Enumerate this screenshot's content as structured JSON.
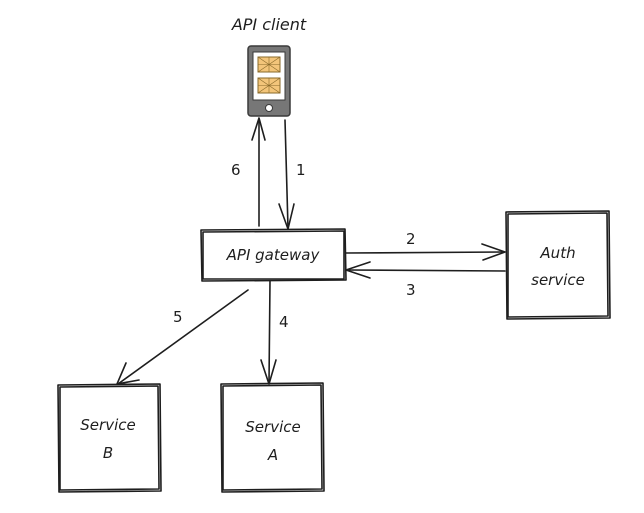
{
  "client": {
    "label": "API client"
  },
  "gateway": {
    "label": "API gateway"
  },
  "auth": {
    "label_line1": "Auth",
    "label_line2": "service"
  },
  "service_b": {
    "label_line1": "Service",
    "label_line2": "B"
  },
  "service_a": {
    "label_line1": "Service",
    "label_line2": "A"
  },
  "steps": {
    "s1": "1",
    "s2": "2",
    "s3": "3",
    "s4": "4",
    "s5": "5",
    "s6": "6"
  },
  "colors": {
    "stroke": "#1e1e1e",
    "phone_body": "#777777",
    "phone_screen": "#ffffff",
    "card_fill": "#f3c57a",
    "card_stroke": "#8a6a2a"
  }
}
